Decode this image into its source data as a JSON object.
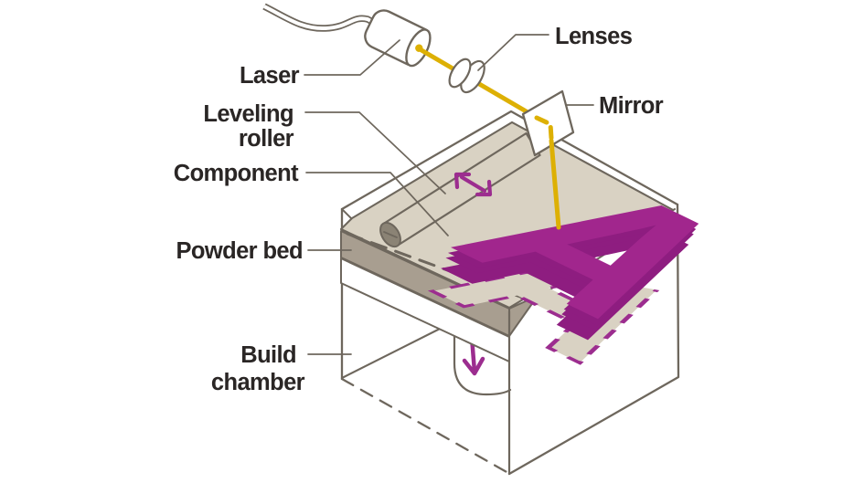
{
  "labels": {
    "laser": "Laser",
    "lenses": "Lenses",
    "mirror": "Mirror",
    "leveling_roller_line1": "Leveling",
    "leveling_roller_line2": "roller",
    "component": "Component",
    "powder_bed": "Powder bed",
    "build_chamber_line1": "Build",
    "build_chamber_line2": "chamber"
  },
  "component_letter": "A",
  "colors": {
    "background": "#ffffff",
    "outline_gray": "#6e675d",
    "label_text": "#2a2625",
    "powder_surface_beige": "#d9d2c3",
    "powder_side_taupe": "#a89e90",
    "roller_cap_gray": "#8b8375",
    "component_purple": "#a1268d",
    "component_side_purple": "#8e1d80",
    "arrow_purple": "#9c2d8f",
    "laser_beam_yellow": "#ddb004"
  }
}
